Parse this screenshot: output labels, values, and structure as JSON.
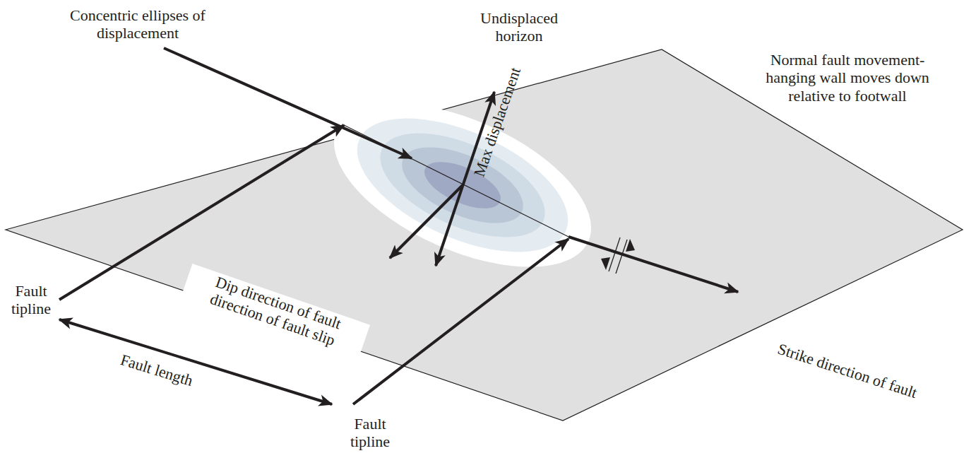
{
  "diagram": {
    "labels": [
      "Concentric ellipses of displacement",
      "Undisplaced horizon",
      "Max displacement",
      "Normal fault movement- hanging wall moves down relative to footwall",
      "Fault tipline",
      "Dip direction of fault direction of fault slip",
      "Fault length",
      "Fault tipline",
      "Strike direction of fault"
    ]
  }
}
